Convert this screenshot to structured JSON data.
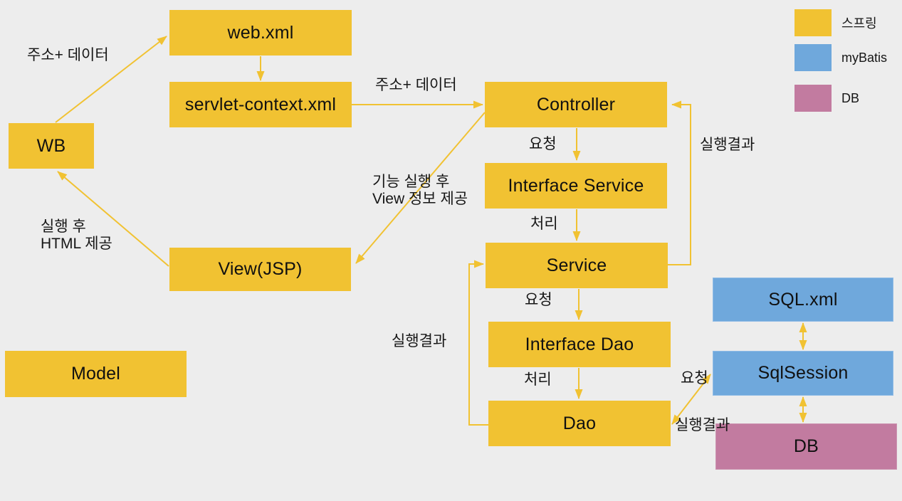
{
  "colors": {
    "spring": "#f1c232",
    "mybatis": "#6fa8dc",
    "db": "#c27ba0",
    "arrow": "#f1c232",
    "bg": "#ededed",
    "text": "#111111"
  },
  "nodes": {
    "web_xml": {
      "label": "web.xml"
    },
    "servlet_context": {
      "label": "servlet-context.xml"
    },
    "wb": {
      "label": "WB"
    },
    "controller": {
      "label": "Controller"
    },
    "interface_service": {
      "label": "Interface Service"
    },
    "service": {
      "label": "Service"
    },
    "interface_dao": {
      "label": "Interface Dao"
    },
    "dao": {
      "label": "Dao"
    },
    "view_jsp": {
      "label": "View(JSP)"
    },
    "model": {
      "label": "Model"
    },
    "sql_xml": {
      "label": "SQL.xml"
    },
    "sql_session": {
      "label": "SqlSession"
    },
    "db": {
      "label": "DB"
    }
  },
  "edge_labels": {
    "address_data_left": "주소+ 데이터",
    "address_data_mid": "주소+ 데이터",
    "request_controller_service": "요청",
    "process_service": "처리",
    "request_service_dao": "요청",
    "process_dao": "처리",
    "result_to_controller": "실행결과",
    "result_dao_to_service": "실행결과",
    "request_dao_sqlsession": "요청",
    "result_sqlsession_dao": "실행결과",
    "view_info_line1": "기능 실행 후",
    "view_info_line2": "View 정보 제공",
    "html_line1": "실행 후",
    "html_line2": "HTML 제공"
  },
  "legend": {
    "items": [
      {
        "label": "스프링",
        "color": "#f1c232"
      },
      {
        "label": "myBatis",
        "color": "#6fa8dc"
      },
      {
        "label": "DB",
        "color": "#c27ba0"
      }
    ]
  }
}
